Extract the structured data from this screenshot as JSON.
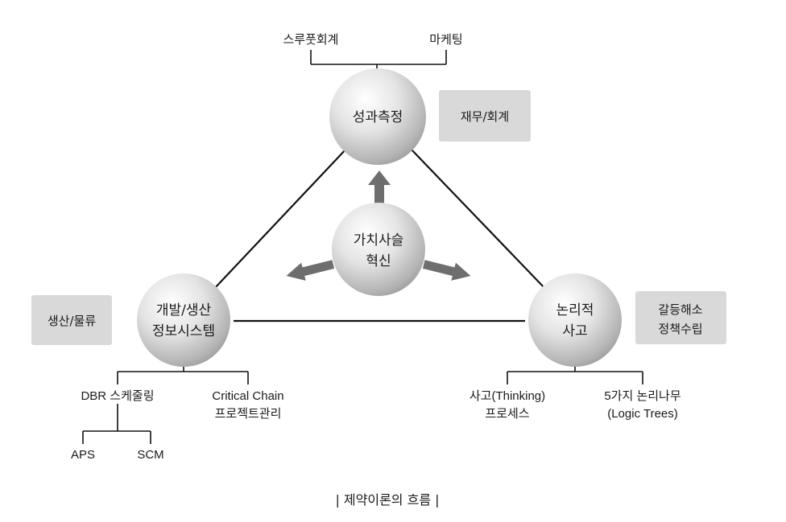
{
  "nodes": {
    "top": {
      "lines": [
        "성과측정"
      ]
    },
    "left": {
      "lines": [
        "개발/생산",
        "정보시스템"
      ]
    },
    "right": {
      "lines": [
        "논리적",
        "사고"
      ]
    },
    "center": {
      "lines": [
        "가치사슬",
        "혁신"
      ]
    }
  },
  "side_boxes": {
    "top": {
      "lines": [
        "재무/회계"
      ]
    },
    "left": {
      "lines": [
        "생산/물류"
      ]
    },
    "right": {
      "lines": [
        "갈등해소",
        "정책수립"
      ]
    }
  },
  "leaves": {
    "top_left": {
      "lines": [
        "스루풋회계"
      ]
    },
    "top_right": {
      "lines": [
        "마케팅"
      ]
    },
    "left_a": {
      "lines": [
        "DBR 스케줄링"
      ]
    },
    "left_b": {
      "lines": [
        "Critical Chain",
        "프로젝트관리"
      ]
    },
    "left_a_1": {
      "lines": [
        "APS"
      ]
    },
    "left_a_2": {
      "lines": [
        "SCM"
      ]
    },
    "right_a": {
      "lines": [
        "사고(Thinking)",
        "프로세스"
      ]
    },
    "right_b": {
      "lines": [
        "5가지 논리나무",
        "(Logic Trees)"
      ]
    }
  },
  "caption": "| 제약이론의 흐름 |"
}
